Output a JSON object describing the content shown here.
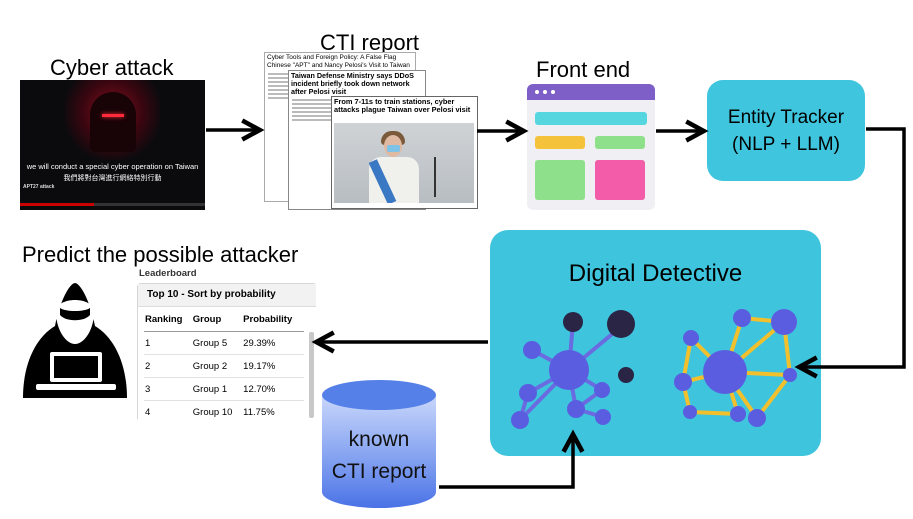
{
  "labels": {
    "cyber_attack": "Cyber attack",
    "cti_report": "CTI report",
    "front_end": "Front end",
    "predict": "Predict the possible attacker"
  },
  "video": {
    "subtitle_en": "we will conduct a special cyber operation on Taiwan",
    "subtitle_zh": "我們將對台灣進行網絡特別行動",
    "title": "APT27 attack"
  },
  "news": {
    "article1_headline": "Cyber Tools and Foreign Policy: A False Flag Chinese \"APT\" and Nancy Pelosi's Visit to Taiwan",
    "article2_headline": "Taiwan Defense Ministry says DDoS incident briefly took down network after Pelosi visit",
    "article3_headline": "From 7-11s to train stations, cyber attacks plague Taiwan over Pelosi visit"
  },
  "entity_tracker": {
    "line1": "Entity Tracker",
    "line2": "(NLP + LLM)"
  },
  "digital_detective": {
    "title": "Digital Detective"
  },
  "database": {
    "line1": "known",
    "line2": "CTI report"
  },
  "leaderboard": {
    "title": "Leaderboard",
    "panel_title": "Top 10 - Sort by probability",
    "columns": [
      "Ranking",
      "Group",
      "Probability"
    ],
    "rows": [
      {
        "rank": "1",
        "group": "Group 5",
        "prob": "29.39%"
      },
      {
        "rank": "2",
        "group": "Group 2",
        "prob": "19.17%"
      },
      {
        "rank": "3",
        "group": "Group 1",
        "prob": "12.70%"
      },
      {
        "rank": "4",
        "group": "Group 10",
        "prob": "11.75%"
      }
    ]
  },
  "colors": {
    "cyan_box": "#3fc5dd",
    "graph_node": "#5b5de0",
    "graph_dark_node": "#2a2545",
    "graph_edge_left": "#6a6be0",
    "graph_edge_right": "#f2c02c",
    "frontend_header": "#7d5fc7",
    "db_blue": "#5580e8"
  }
}
